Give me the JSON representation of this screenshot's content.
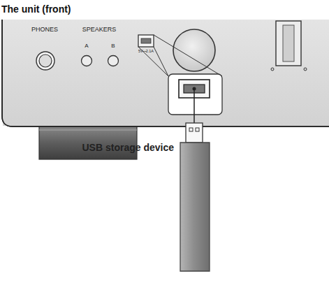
{
  "diagram": {
    "title": "The unit (front)",
    "labels": [
      "PHONES",
      "SPEAKERS",
      "A",
      "B",
      "5V⎓2.1A",
      "USB storage device"
    ]
  }
}
